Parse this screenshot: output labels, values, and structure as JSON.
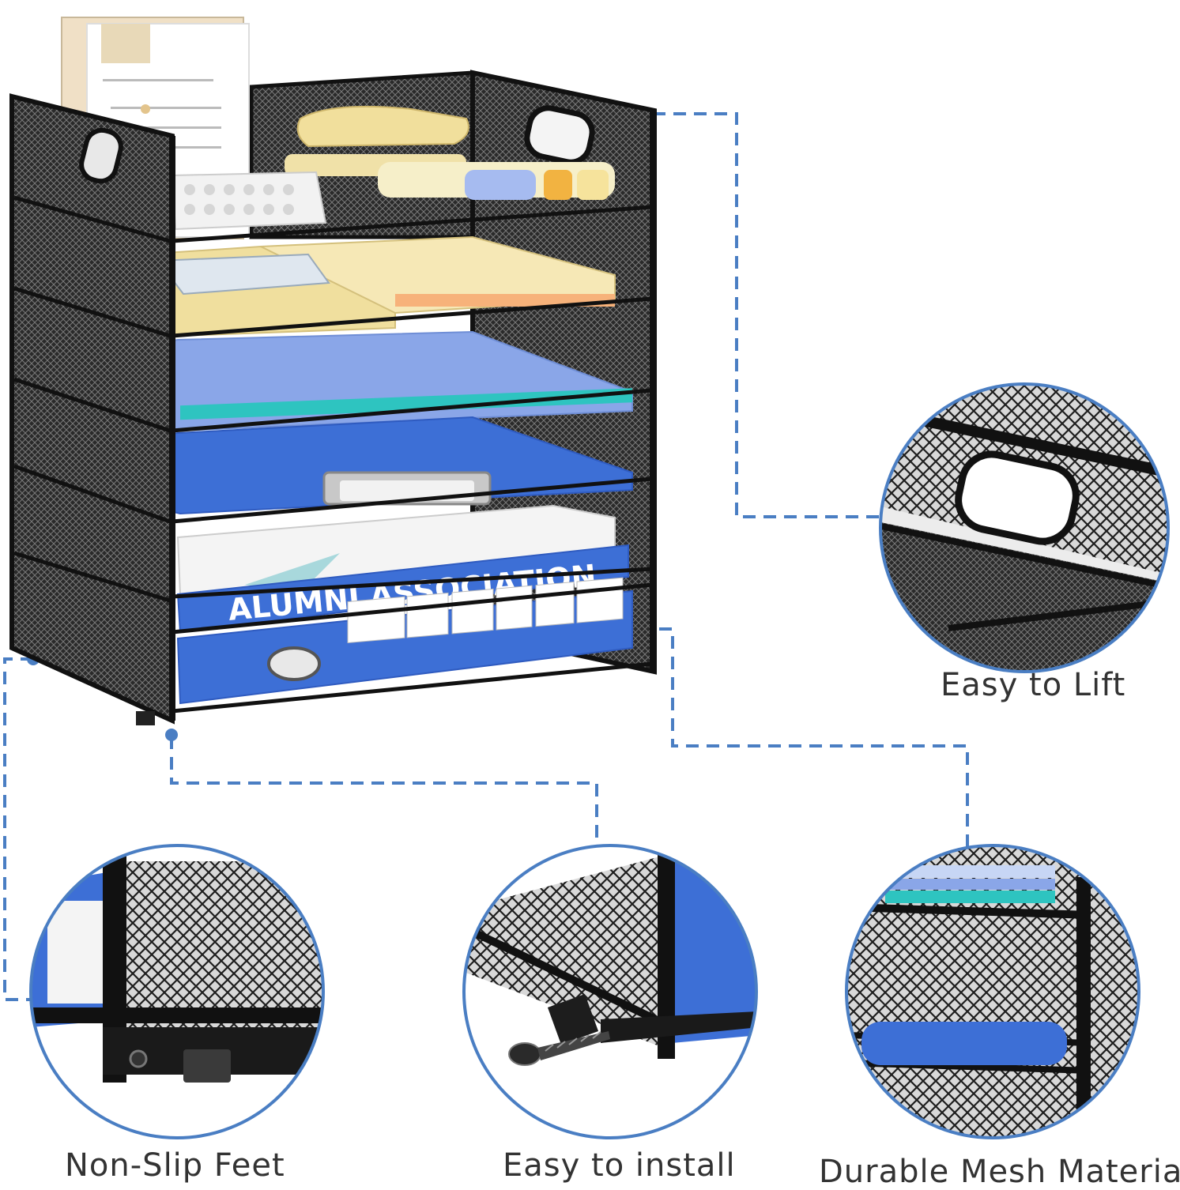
{
  "colors": {
    "accent": "#4a7ec3",
    "frame": "#1a1a1a",
    "folder_blue": "#3d6fd6",
    "light_blue": "#8aa6e8",
    "cream": "#f2e6b8",
    "caption": "#333333"
  },
  "product": {
    "book_title": "ALUMNI ASSOCIATION"
  },
  "callouts": {
    "lift": {
      "label": "Easy to Lift"
    },
    "feet": {
      "label": "Non-Slip Feet"
    },
    "install": {
      "label": "Easy to install"
    },
    "mesh": {
      "label": "Durable Mesh Material"
    }
  }
}
